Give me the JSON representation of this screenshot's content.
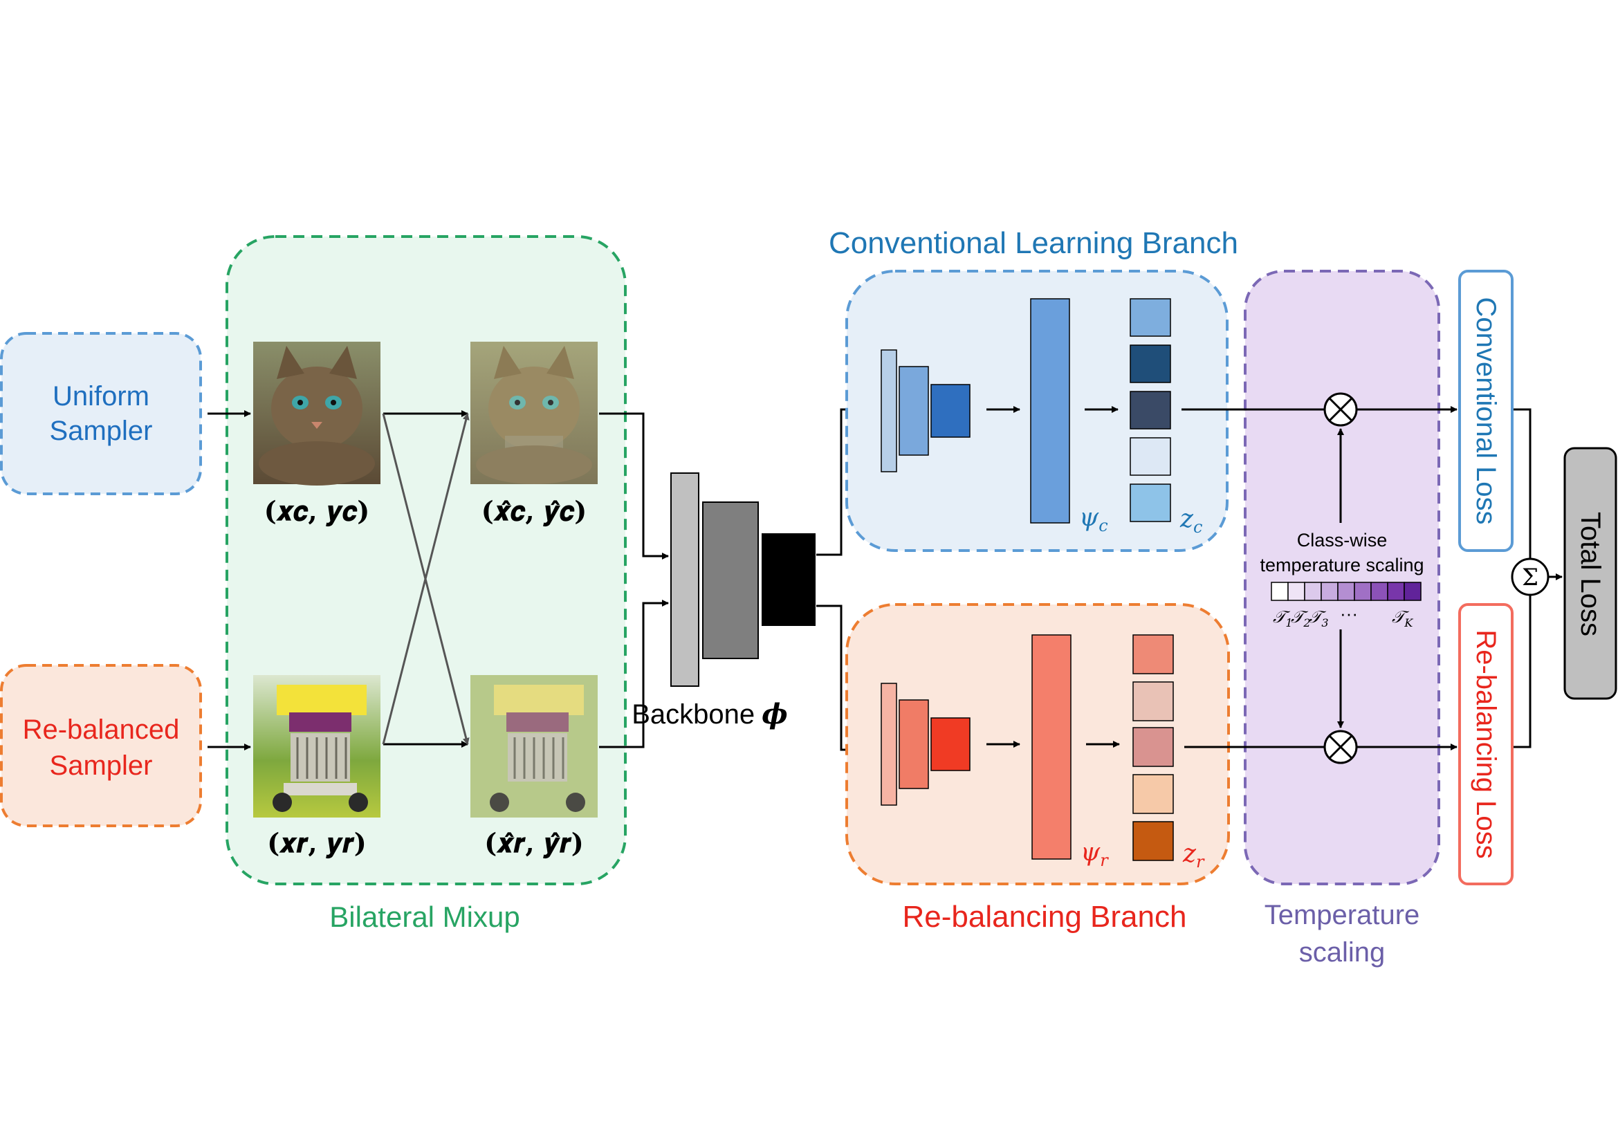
{
  "uniform_sampler": {
    "line1": "Uniform",
    "line2": "Sampler"
  },
  "rebalanced_sampler": {
    "line1": "Re-balanced",
    "line2": "Sampler"
  },
  "bilateral_mixup": {
    "label": "Bilateral Mixup",
    "xc_label": "(𝒙𝒄, 𝒚𝒄)",
    "xr_label": "(𝒙𝒓, 𝒚𝒓)",
    "xc_hat_label": "(𝒙̂𝒄, 𝒚̂𝒄)",
    "xr_hat_label": "(𝒙̂𝒓, 𝒚̂𝒓)",
    "cat_icon": "cat-photo",
    "truck_icon": "truck-photo"
  },
  "backbone": {
    "label": "Backbone",
    "symbol": "𝝓"
  },
  "conventional_branch": {
    "title": "Conventional Learning Branch",
    "psi": "ψ",
    "psi_sub": "c",
    "z": "z",
    "z_sub": "c",
    "colors": {
      "title": "#1f77b4",
      "border": "#5b9bd5",
      "fill": "#e6eff8"
    }
  },
  "rebalancing_branch": {
    "title": "Re-balancing Branch",
    "psi": "ψ",
    "psi_sub": "r",
    "z": "z",
    "z_sub": "r",
    "colors": {
      "title": "#e8261d",
      "border": "#ed7d31",
      "fill": "#fbe7dc"
    }
  },
  "temperature": {
    "label_line1": "Temperature",
    "label_line2": "scaling",
    "desc_line1": "Class-wise",
    "desc_line2": "temperature scaling",
    "t_symbol": "𝒯",
    "t1_sub": "1",
    "t2_sub": "2",
    "t3_sub": "3",
    "ellipsis": "···",
    "tk_sub": "K",
    "colors": {
      "label": "#6b5fa8",
      "border": "#7b68b5",
      "fill": "#e8daf3"
    }
  },
  "losses": {
    "conventional": "Conventional Loss",
    "rebalancing": "Re-balancing Loss",
    "total": "Total Loss",
    "sum_symbol": "Σ",
    "multiply_symbol": "⊗"
  },
  "colors": {
    "mixup_border": "#27a463",
    "mixup_fill": "#e8f7ee",
    "mixup_label": "#27a463",
    "uniform_text": "#1f6fbf",
    "rebalanced_text": "#e8261d"
  }
}
